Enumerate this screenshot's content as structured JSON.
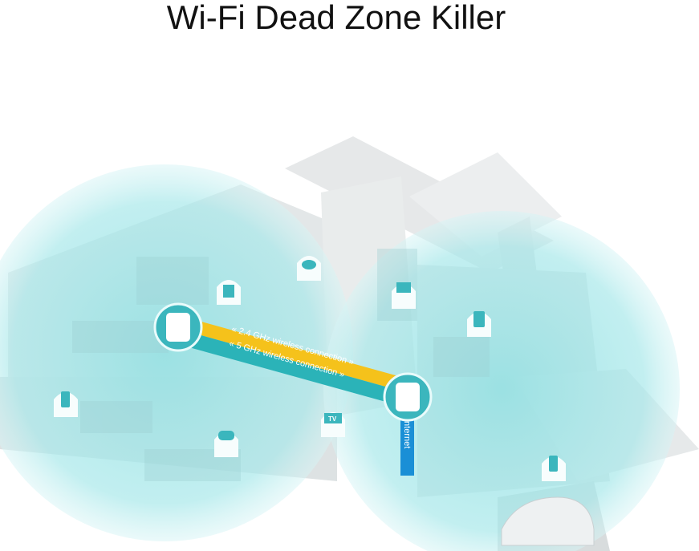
{
  "title": "Wi-Fi Dead Zone Killer",
  "bands": {
    "band_24": "« 2.4 GHz wireless connection »",
    "band_5": "« 5 GHz wireless connection »",
    "internet": "Internet"
  },
  "tv_label": "TV",
  "colors": {
    "coverage": "#7fd9dc",
    "band_24": "#f5c21b",
    "band_5": "#2bb3b8",
    "internet": "#1a8fd6",
    "device_icon": "#3bb6bd"
  },
  "devices": [
    "game-console-icon",
    "cloud-icon",
    "monitor-icon",
    "tablet-icon",
    "phone-icon",
    "gamepad-icon",
    "tv-icon",
    "phone-icon"
  ]
}
